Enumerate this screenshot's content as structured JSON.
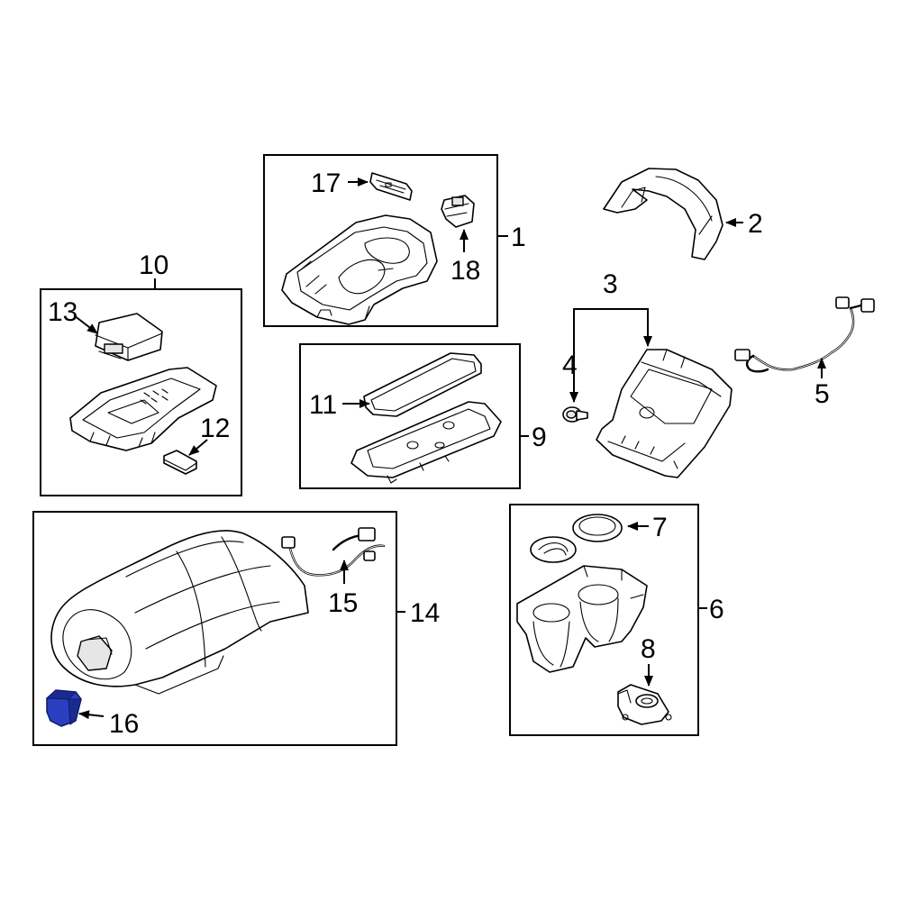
{
  "callouts": {
    "c1": "1",
    "c2": "2",
    "c3": "3",
    "c4": "4",
    "c5": "5",
    "c6": "6",
    "c7": "7",
    "c8": "8",
    "c9": "9",
    "c10": "10",
    "c11": "11",
    "c12": "12",
    "c13": "13",
    "c14": "14",
    "c15": "15",
    "c16": "16",
    "c17": "17",
    "c18": "18"
  },
  "colors": {
    "line": "#000000",
    "background": "#ffffff",
    "highlight_part": "#2a3fbf"
  },
  "highlighted_callout": "16"
}
